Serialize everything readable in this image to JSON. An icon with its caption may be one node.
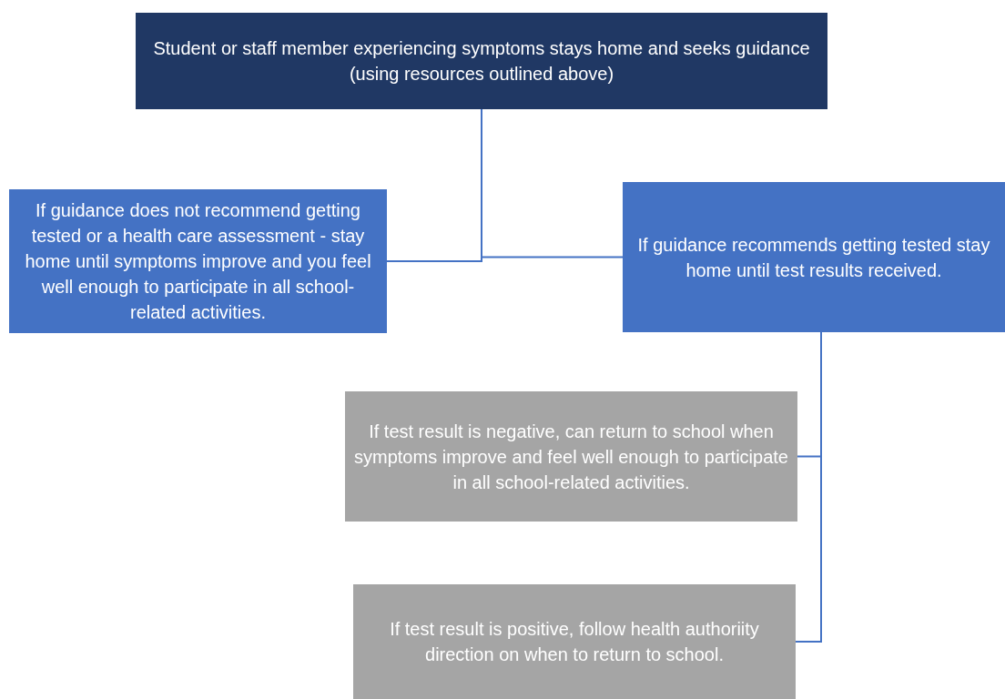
{
  "diagram": {
    "nodes": [
      {
        "text": [
          "Student or staff member experiencing symptoms stays home and seeks guidance (using resources outlined above)"
        ]
      },
      {
        "text": [
          "If guidance does not recommend getting tested or a health care assessment - stay home until symptoms improve and you feel well enough to participate in all school-related activities."
        ]
      },
      {
        "text": [
          "If guidance recommends getting tested stay home until test results received."
        ]
      },
      {
        "text": [
          "If test result is negative, can return to school when symptoms improve and feel well enough to participate in all school-related activities."
        ]
      },
      {
        "text": [
          "If test result is positive, follow health authoriity direction on when to return to school."
        ]
      }
    ],
    "edges": [
      {
        "from": 0,
        "to": 1,
        "arrow": "none"
      },
      {
        "from": 0,
        "to": 2,
        "arrow": "none"
      },
      {
        "from": 2,
        "to": 3,
        "arrow": "none"
      },
      {
        "from": 2,
        "to": 4,
        "arrow": "none"
      }
    ]
  }
}
